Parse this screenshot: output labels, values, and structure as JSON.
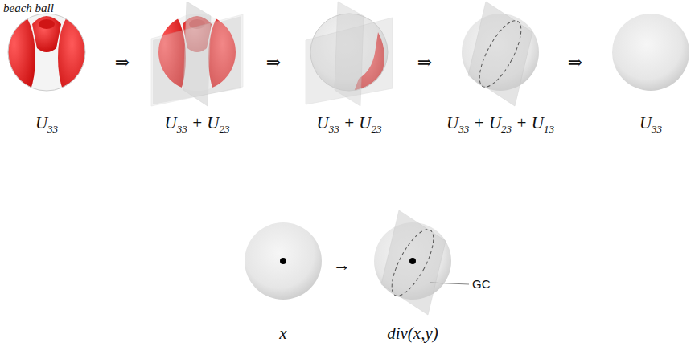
{
  "diagram": {
    "labels": [
      "beach ball",
      "U33",
      "⇒",
      "U33 + U23",
      "⇒",
      "U33 + U23",
      "⇒",
      "U33 + U23 + U13",
      "⇒",
      "U33",
      "x",
      "→",
      "div(x,y)",
      "GC"
    ]
  }
}
